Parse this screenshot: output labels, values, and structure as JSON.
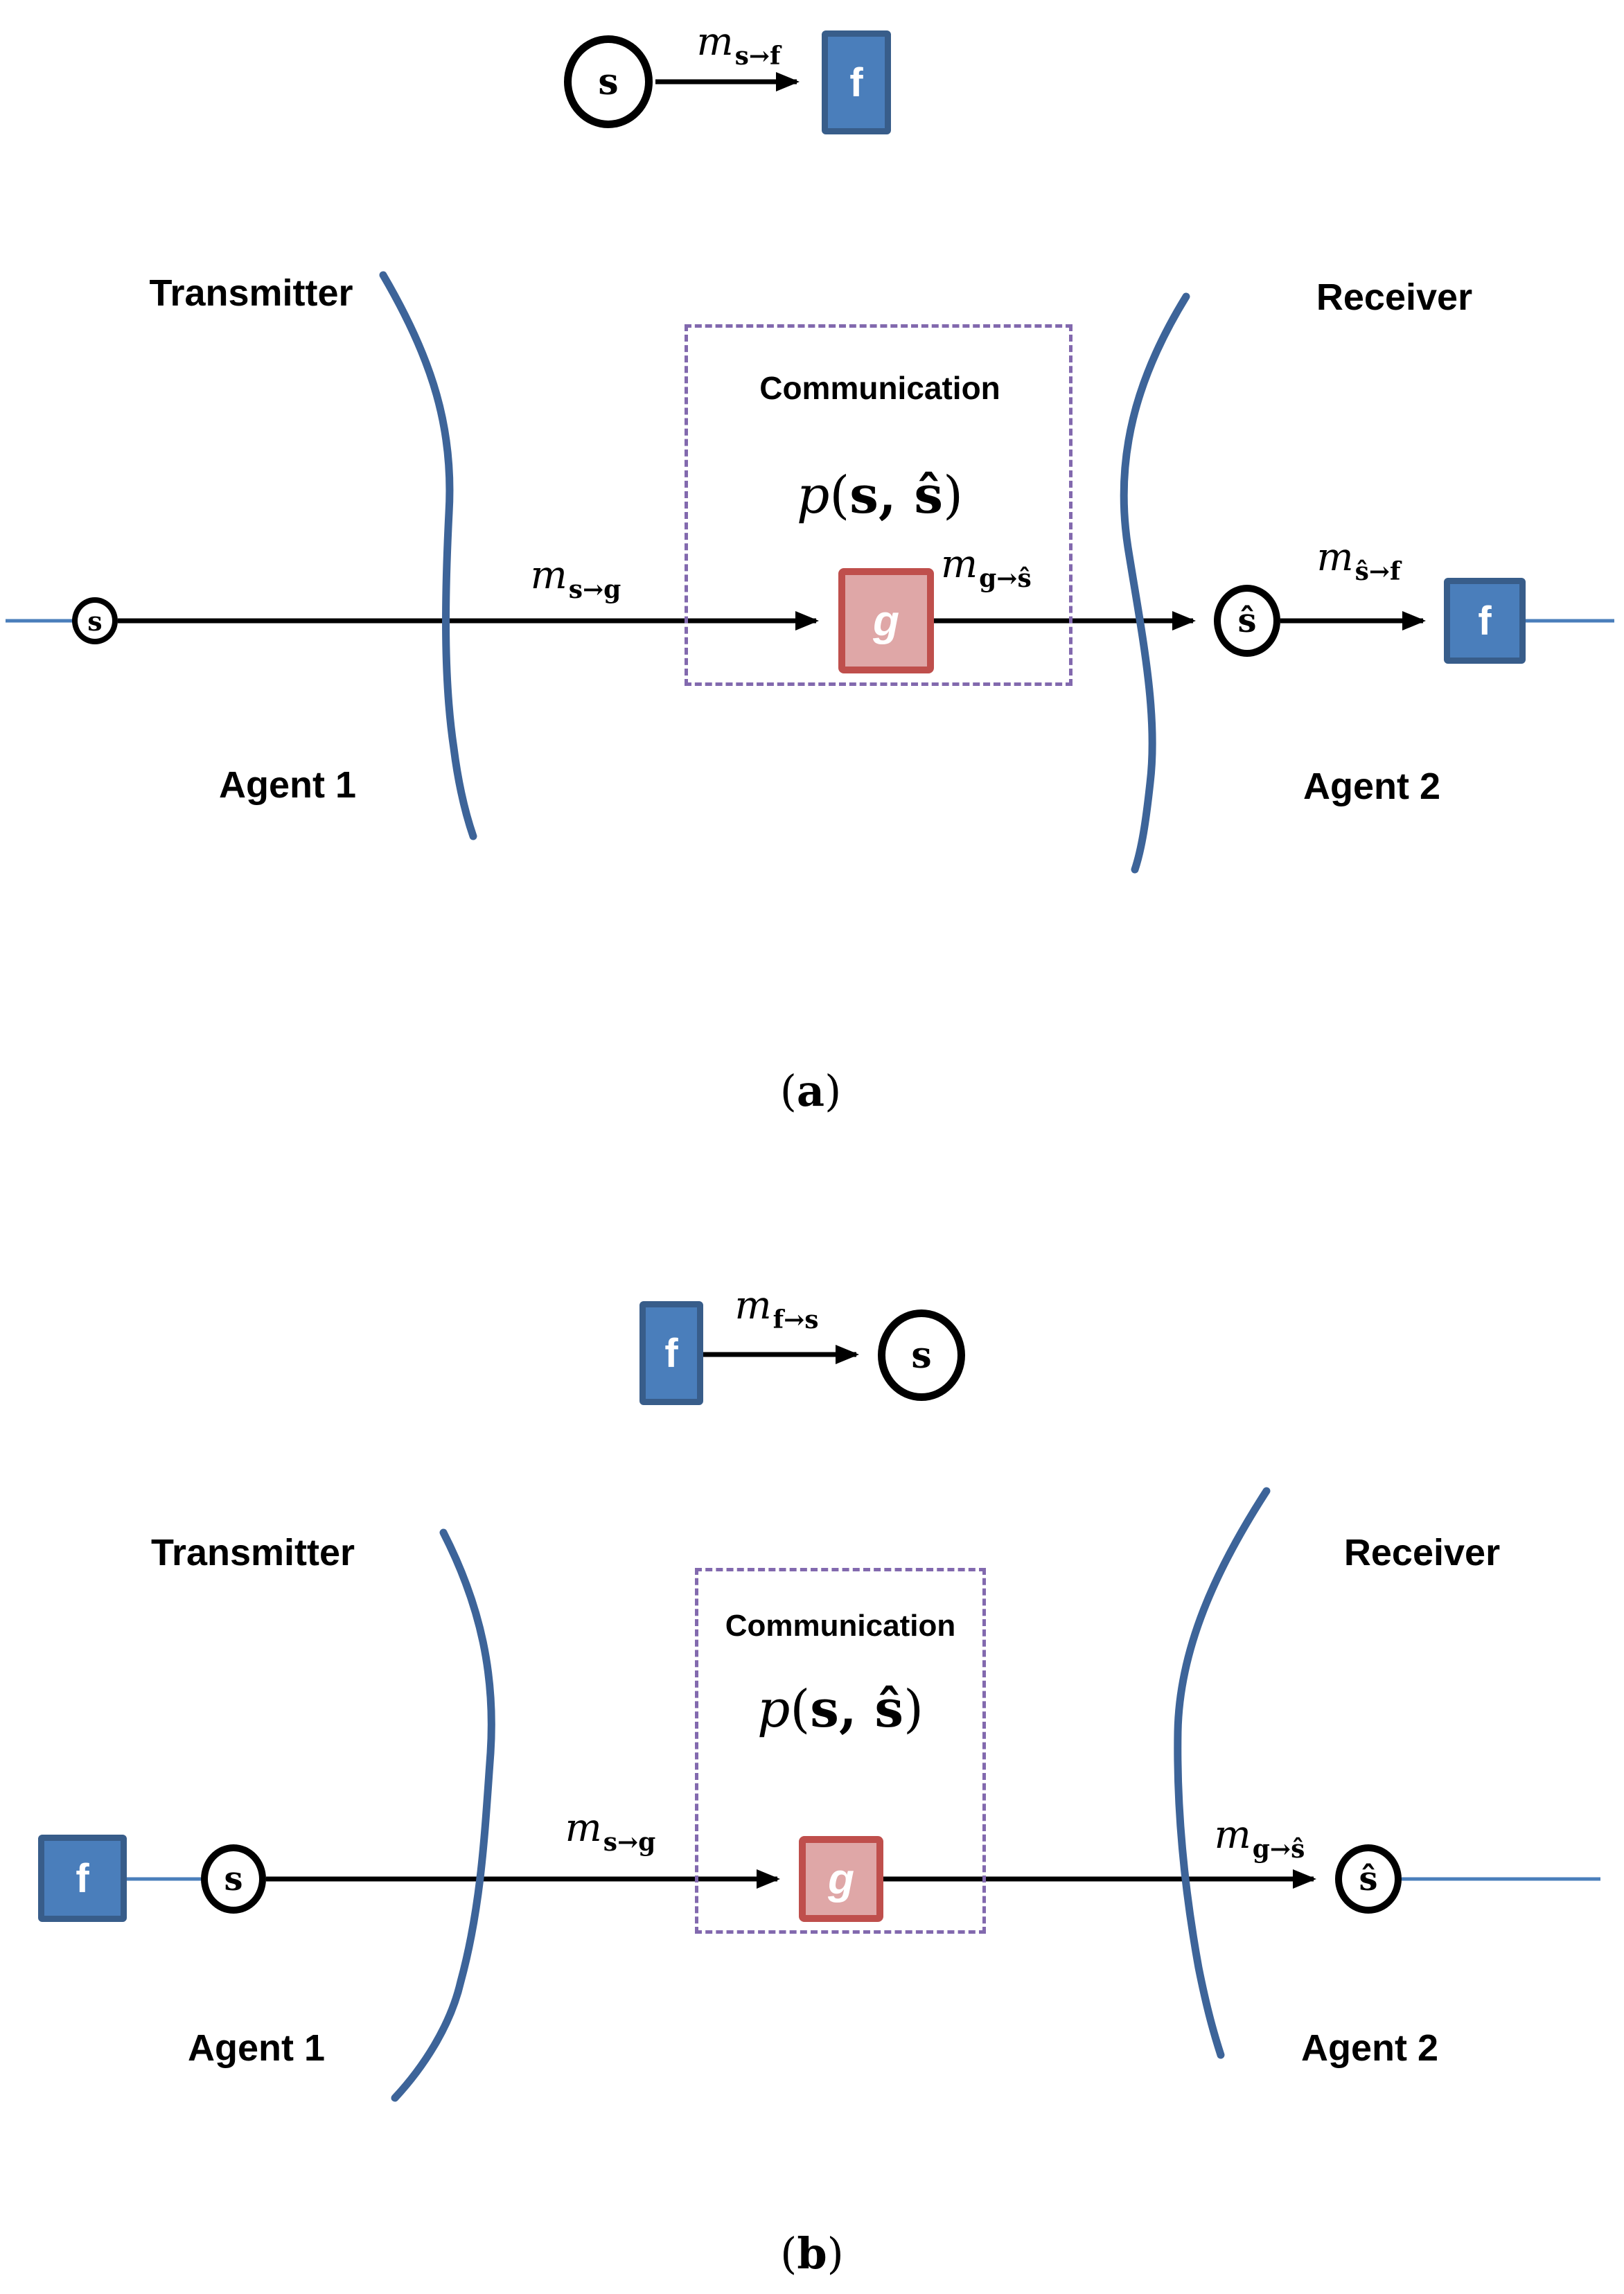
{
  "colors": {
    "factor_square_fill": "#4a7ebb",
    "factor_square_border": "#385d8a",
    "g_square_fill": "#dfa7a7",
    "g_square_border": "#bf4f4c",
    "comm_box_dash": "#8269ae",
    "boundary_curve": "#3d6499",
    "edge_wire": "#4a7ebb",
    "arrow": "#000000"
  },
  "figure_a": {
    "caption": {
      "open": "(",
      "letter": "a",
      "close": ")"
    },
    "top_motif": {
      "variable": "s",
      "factor": "f",
      "message": {
        "m": "m",
        "sub": "s→f"
      }
    },
    "labels": {
      "transmitter": "Transmitter",
      "receiver": "Receiver",
      "agent1": "Agent 1",
      "agent2": "Agent 2"
    },
    "comm_box": {
      "title": "Communication",
      "dist": {
        "func": "p",
        "open": "(",
        "args": "s, ŝ",
        "close": ")"
      },
      "factor": "g"
    },
    "main_row": {
      "source": "s",
      "estimate": "ŝ",
      "factor": "f",
      "msg_s_to_g": {
        "m": "m",
        "sub": "s→g"
      },
      "msg_g_to_shat": {
        "m": "m",
        "sub": "g→ŝ"
      },
      "msg_shat_to_f": {
        "m": "m",
        "sub": "ŝ→f"
      }
    }
  },
  "figure_b": {
    "caption": {
      "open": "(",
      "letter": "b",
      "close": ")"
    },
    "top_motif": {
      "variable": "s",
      "factor": "f",
      "message": {
        "m": "m",
        "sub": "f→s"
      }
    },
    "labels": {
      "transmitter": "Transmitter",
      "receiver": "Receiver",
      "agent1": "Agent 1",
      "agent2": "Agent 2"
    },
    "comm_box": {
      "title": "Communication",
      "dist": {
        "func": "p",
        "open": "(",
        "args": "s, ŝ",
        "close": ")"
      },
      "factor": "g"
    },
    "main_row": {
      "source": "s",
      "estimate": "ŝ",
      "factor": "f",
      "msg_s_to_g": {
        "m": "m",
        "sub": "s→g"
      },
      "msg_g_to_shat": {
        "m": "m",
        "sub": "g→ŝ"
      }
    }
  }
}
